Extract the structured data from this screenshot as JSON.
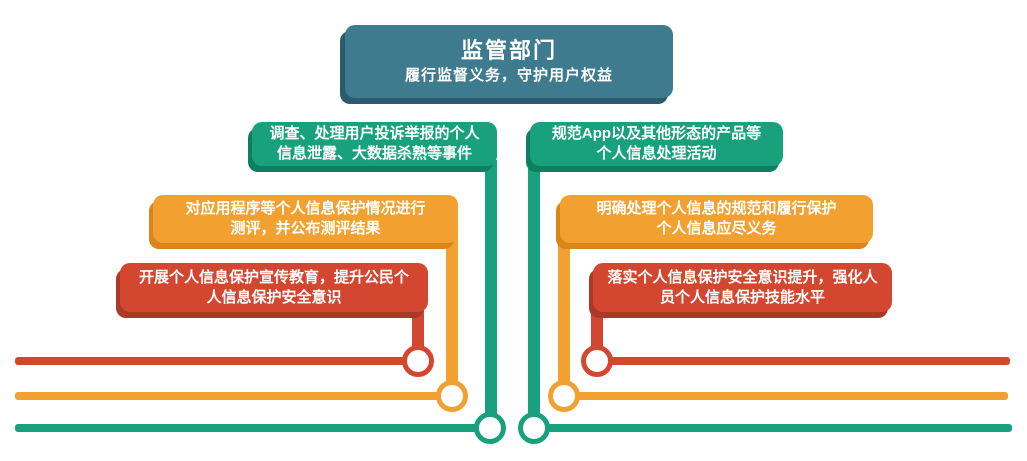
{
  "colors": {
    "header_teal": "#3e7b8f",
    "header_teal_dark": "#2b5b6e",
    "green": "#19a17e",
    "green_dark": "#0d8061",
    "orange": "#f2a02f",
    "orange_dark": "#d9851a",
    "red": "#d3462f",
    "red_dark": "#ac3826",
    "text": "#ffffff",
    "background": "#ffffff"
  },
  "header": {
    "title": "监管部门",
    "subtitle": "履行监督义务，守护用户权益"
  },
  "left_items": [
    {
      "id": "investigate-complaints",
      "color": "green",
      "lines": [
        "调查、处理用户投诉举报的个人",
        "信息泄露、大数据杀熟等事件"
      ]
    },
    {
      "id": "evaluate-apps",
      "color": "orange",
      "lines": [
        "对应用程序等个人信息保护情况进行",
        "测评，并公布测评结果"
      ]
    },
    {
      "id": "public-education",
      "color": "red",
      "lines": [
        "开展个人信息保护宣传教育，提升公民个",
        "人信息保护安全意识"
      ]
    }
  ],
  "right_items": [
    {
      "id": "regulate-app-processing",
      "color": "green",
      "lines": [
        "规范App以及其他形态的产品等",
        "个人信息处理活动"
      ]
    },
    {
      "id": "clarify-obligations",
      "color": "orange",
      "lines": [
        "明确处理个人信息的规范和履行保护",
        "个人信息应尽义务"
      ]
    },
    {
      "id": "implement-awareness",
      "color": "red",
      "lines": [
        "落实个人信息保护安全意识提升，强化人",
        "员个人信息保护技能水平"
      ]
    }
  ]
}
